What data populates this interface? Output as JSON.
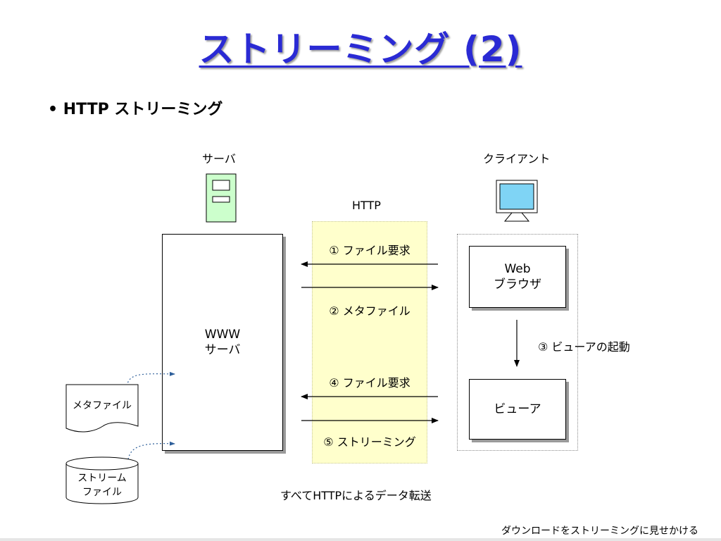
{
  "slide": {
    "title": "ストリーミング (2)",
    "bullet": "• HTTP ストリーミング",
    "footer_note": "ダウンロードをストリーミングに見せかける"
  },
  "diagram": {
    "server_label": "サーバ",
    "client_label": "クライアント",
    "protocol_label": "HTTP",
    "www_server_line1": "WWW",
    "www_server_line2": "サーバ",
    "web_browser_line1": "Web",
    "web_browser_line2": "ブラウザ",
    "viewer_label": "ビューア",
    "meta_file_label": "メタファイル",
    "stream_file_line1": "ストリーム",
    "stream_file_line2": "ファイル",
    "steps": [
      {
        "label": "① ファイル要求"
      },
      {
        "label": "② メタファイル"
      },
      {
        "label": "③ ビューアの起動"
      },
      {
        "label": "④ ファイル要求"
      },
      {
        "label": "⑤ ストリーミング"
      }
    ],
    "bottom_caption": "すべてHTTPによるデータ転送"
  },
  "colors": {
    "title": "#2a2ad4",
    "http_band": "#ffffcc",
    "server_icon": "#ccffcc",
    "client_screen": "#7fd4f5",
    "dotted_link": "#2e5f9a"
  },
  "icons": {
    "server": "server-icon",
    "client": "computer-monitor-icon",
    "meta_file": "document-icon",
    "stream_file": "cylinder-storage-icon"
  }
}
